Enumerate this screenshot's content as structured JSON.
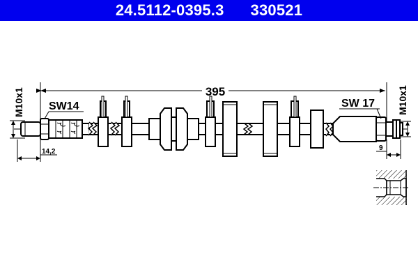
{
  "header": {
    "article_number": "24.5112-0395.3",
    "reference_number": "330521",
    "background_color": "#0000ee",
    "text_color": "#ffffff"
  },
  "drawing": {
    "overall_length": "395",
    "left_fitting": {
      "thread": "M10x1",
      "wrench_size": "SW14",
      "length": "14,2"
    },
    "right_fitting": {
      "thread": "M10x1",
      "wrench_size": "SW 17",
      "length": "9"
    },
    "detail_view": "female-thread-port-section"
  }
}
